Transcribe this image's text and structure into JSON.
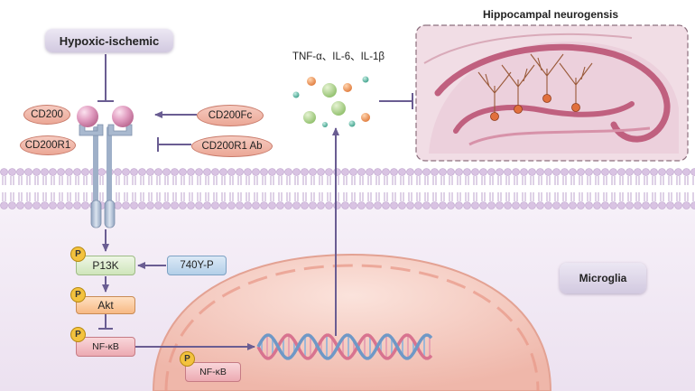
{
  "labels": {
    "hypoxic": "Hypoxic-ischemic",
    "cd200": "CD200",
    "cd200r1": "CD200R1",
    "cd200fc": "CD200Fc",
    "cd200r1_ab": "CD200R1 Ab",
    "cytokines": "TNF-α、IL-6、IL-1β",
    "hippocampus_title": "Hippocampal neurogensis",
    "pi3k": "P13K",
    "akt": "Akt",
    "nfkb": "NF-κB",
    "nfkb_nucleus": "NF-κB",
    "activator": "740Y-P",
    "microglia": "Microglia",
    "phospho": "P"
  },
  "colors": {
    "arrow": "#6a5d92",
    "membrane": "#cdb6d9",
    "nucleus": "#f3c9bf",
    "receptor": "#a9b9cf",
    "ligand": "#d98fb2"
  },
  "icons": [
    "receptor-dimer",
    "ligand-sphere",
    "cytokine-particle",
    "dna-helix",
    "neuron",
    "hippocampus-slice"
  ]
}
